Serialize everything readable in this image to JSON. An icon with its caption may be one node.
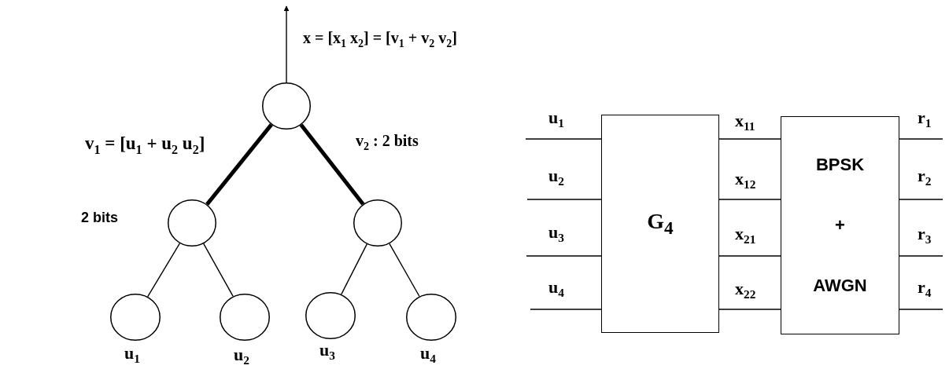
{
  "diagram": {
    "nodes": [
      {
        "text": [],
        "shape": "circle"
      },
      {
        "text": [],
        "shape": "circle",
        "beside": [
          "2 bits"
        ]
      },
      {
        "text": [],
        "shape": "circle"
      },
      {
        "text": [],
        "shape": "circle",
        "beside": [
          "u$_{1}$"
        ]
      },
      {
        "text": [],
        "shape": "circle",
        "beside": [
          "u$_{2}$"
        ]
      },
      {
        "text": [],
        "shape": "circle",
        "beside": [
          "u$_{3}$"
        ]
      },
      {
        "text": [],
        "shape": "circle",
        "beside": [
          "u$_{4}$"
        ]
      },
      {
        "text": [
          "G$_{4}$"
        ]
      },
      {
        "text": [
          "BPSK",
          "+",
          "AWGN"
        ]
      }
    ],
    "edges": [
      {
        "from": 0,
        "to": null,
        "arrow": "to",
        "label": "x = [x$_{1}$ x$_{2}$] = [v$_{1}$ +  v$_{2}$  v$_{2}$]"
      },
      {
        "from": 0,
        "to": 1,
        "arrow": "none",
        "style": "thick",
        "label": "v$_{1}$ = [u$_{1}$ +  u$_{2}$  u$_{2}$]"
      },
      {
        "from": 0,
        "to": 2,
        "arrow": "none",
        "style": "thick",
        "label": "v$_{2}$ : 2 bits"
      },
      {
        "from": 1,
        "to": 3,
        "arrow": "none"
      },
      {
        "from": 1,
        "to": 4,
        "arrow": "none"
      },
      {
        "from": 2,
        "to": 5,
        "arrow": "none"
      },
      {
        "from": 2,
        "to": 6,
        "arrow": "none"
      },
      {
        "from": null,
        "to": 7,
        "arrow": "none",
        "label": "u$_{1}$"
      },
      {
        "from": null,
        "to": 7,
        "arrow": "none",
        "label": "u$_{2}$"
      },
      {
        "from": null,
        "to": 7,
        "arrow": "none",
        "label": "u$_{3}$"
      },
      {
        "from": null,
        "to": 7,
        "arrow": "none",
        "label": "u$_{4}$"
      },
      {
        "from": 7,
        "to": 8,
        "arrow": "none",
        "label": "x$_{11}$"
      },
      {
        "from": 7,
        "to": 8,
        "arrow": "none",
        "label": "x$_{12}$"
      },
      {
        "from": 7,
        "to": 8,
        "arrow": "none",
        "label": "x$_{21}$"
      },
      {
        "from": 7,
        "to": 8,
        "arrow": "none",
        "label": "x$_{22}$"
      },
      {
        "from": 8,
        "to": null,
        "arrow": "none",
        "label": "r$_{1}$"
      },
      {
        "from": 8,
        "to": null,
        "arrow": "none",
        "label": "r$_{2}$"
      },
      {
        "from": 8,
        "to": null,
        "arrow": "none",
        "label": "r$_{3}$"
      },
      {
        "from": 8,
        "to": null,
        "arrow": "none",
        "label": "r$_{4}$"
      }
    ]
  }
}
